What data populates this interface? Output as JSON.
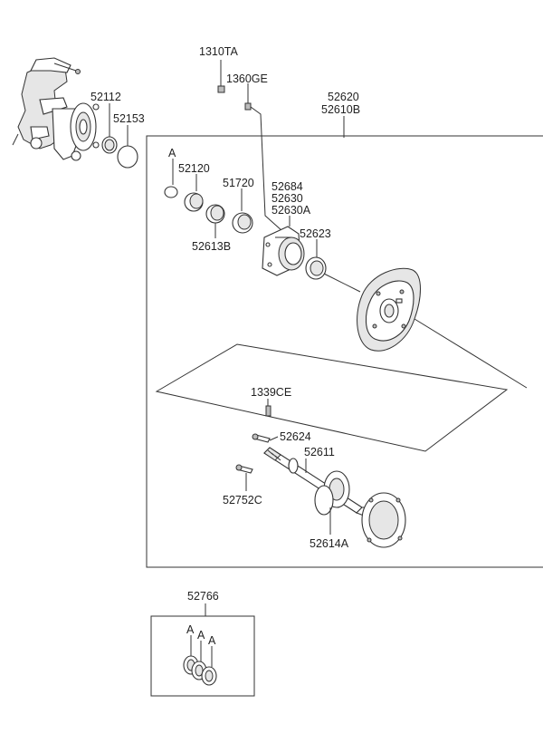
{
  "labels": {
    "p1310TA": "1310TA",
    "p1360GE": "1360GE",
    "p52620": "52620",
    "p52610B": "52610B",
    "p52112": "52112",
    "p52153": "52153",
    "refA1": "A",
    "p52120": "52120",
    "p51720": "51720",
    "p52684": "52684",
    "p52630": "52630",
    "p52630A": "52630A",
    "p52623": "52623",
    "p52613B": "52613B",
    "p1339CE": "1339CE",
    "p52624": "52624",
    "p52611": "52611",
    "p52752C": "52752C",
    "p52614A": "52614A",
    "p52766": "52766",
    "refA2": "A",
    "refA3": "A",
    "refA4": "A"
  },
  "colors": {
    "line": "#333333",
    "text": "#222222",
    "fill_light": "#e6e6e6",
    "fill_dark": "#bdbdbd"
  }
}
